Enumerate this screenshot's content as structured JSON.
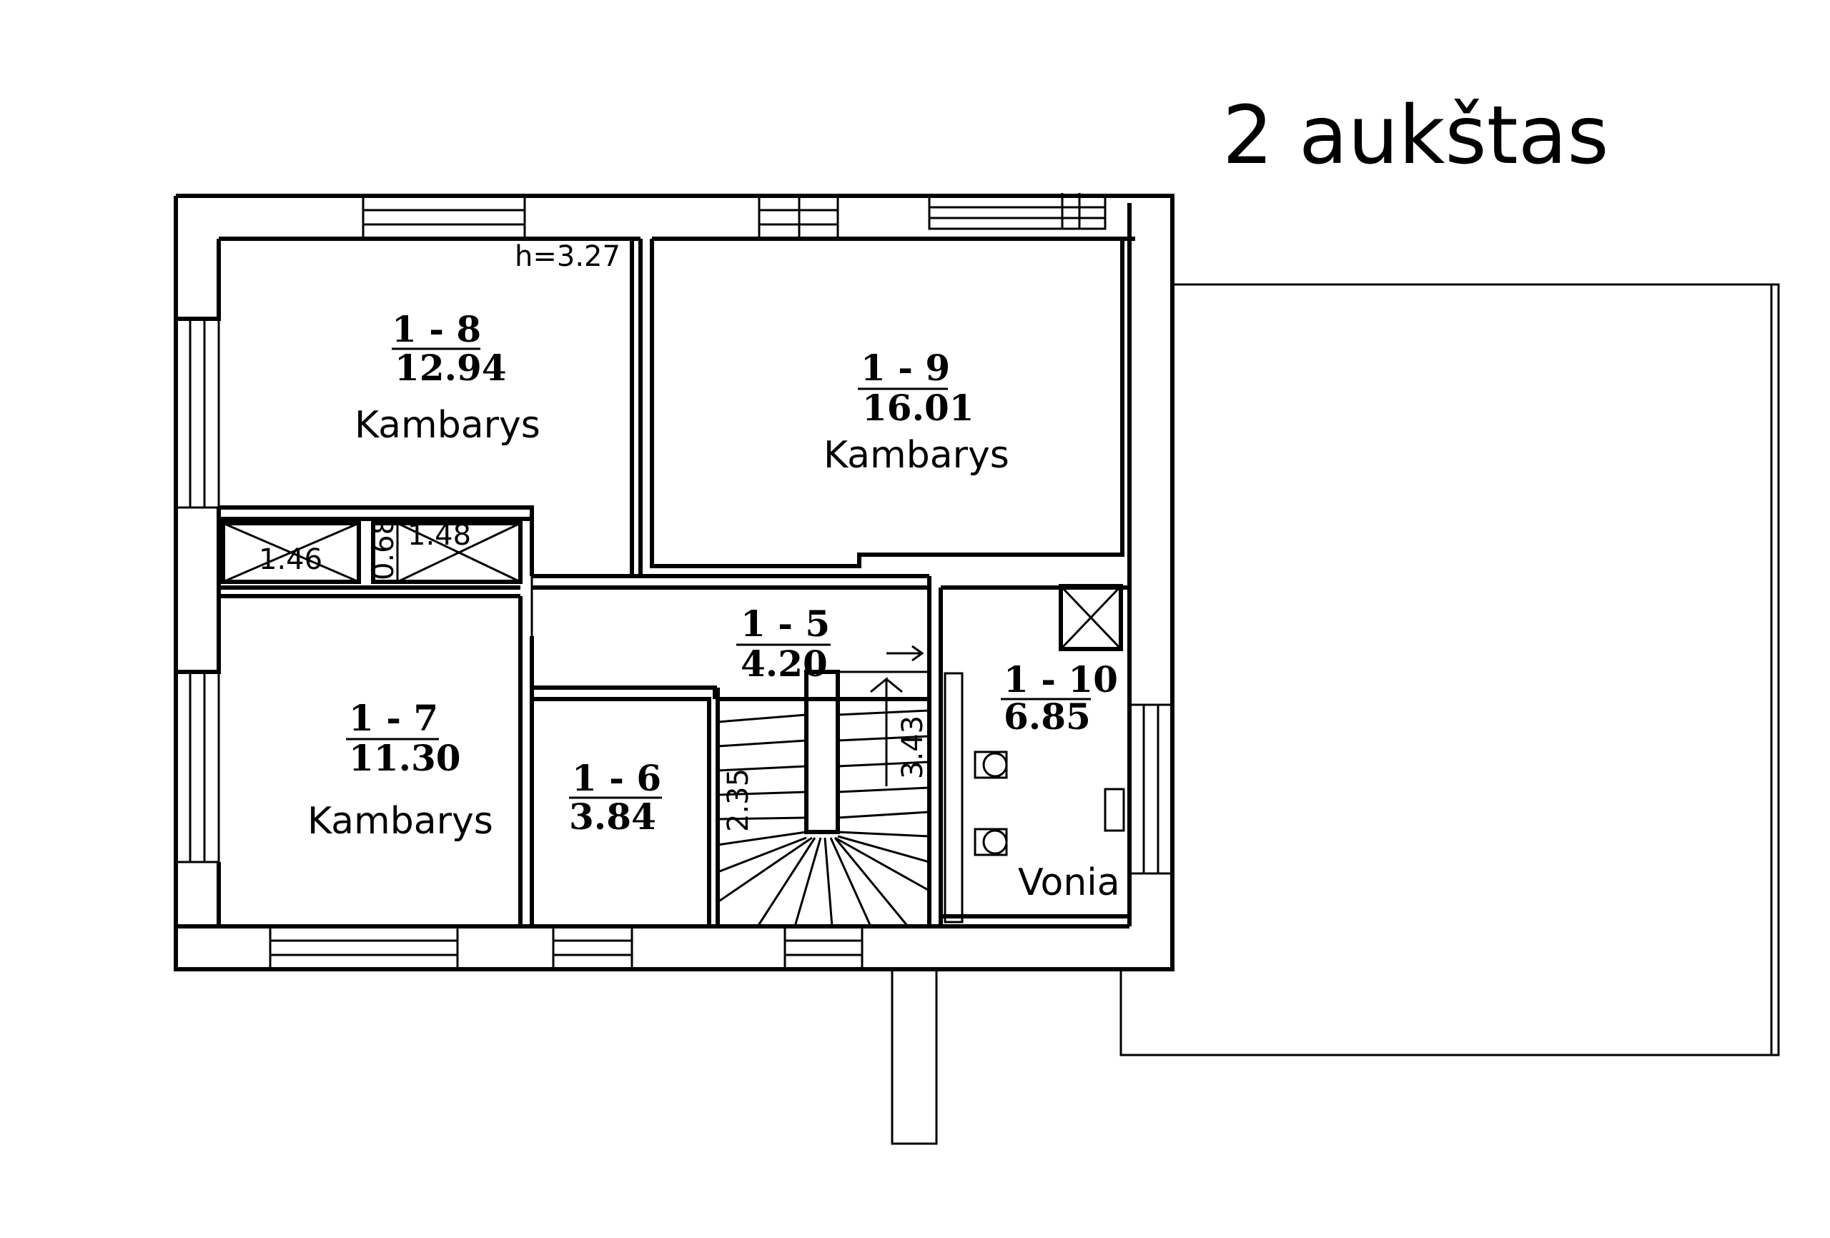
{
  "title": "2 aukštas",
  "height_label": "h=3.27",
  "rooms": [
    {
      "id": "1 - 8",
      "area": "12.94",
      "name": "Kambarys"
    },
    {
      "id": "1 - 9",
      "area": "16.01",
      "name": "Kambarys"
    },
    {
      "id": "1 - 7",
      "area": "11.30",
      "name": "Kambarys"
    },
    {
      "id": "1 - 6",
      "area": "3.84",
      "name": ""
    },
    {
      "id": "1 - 5",
      "area": "4.20",
      "name": ""
    },
    {
      "id": "1 - 10",
      "area": "6.85",
      "name": "Vonia"
    }
  ],
  "closets": [
    {
      "area": "1.46"
    },
    {
      "area": "1.48",
      "width": "0.68"
    }
  ],
  "stair_dims": [
    "2.35",
    "3.43"
  ]
}
